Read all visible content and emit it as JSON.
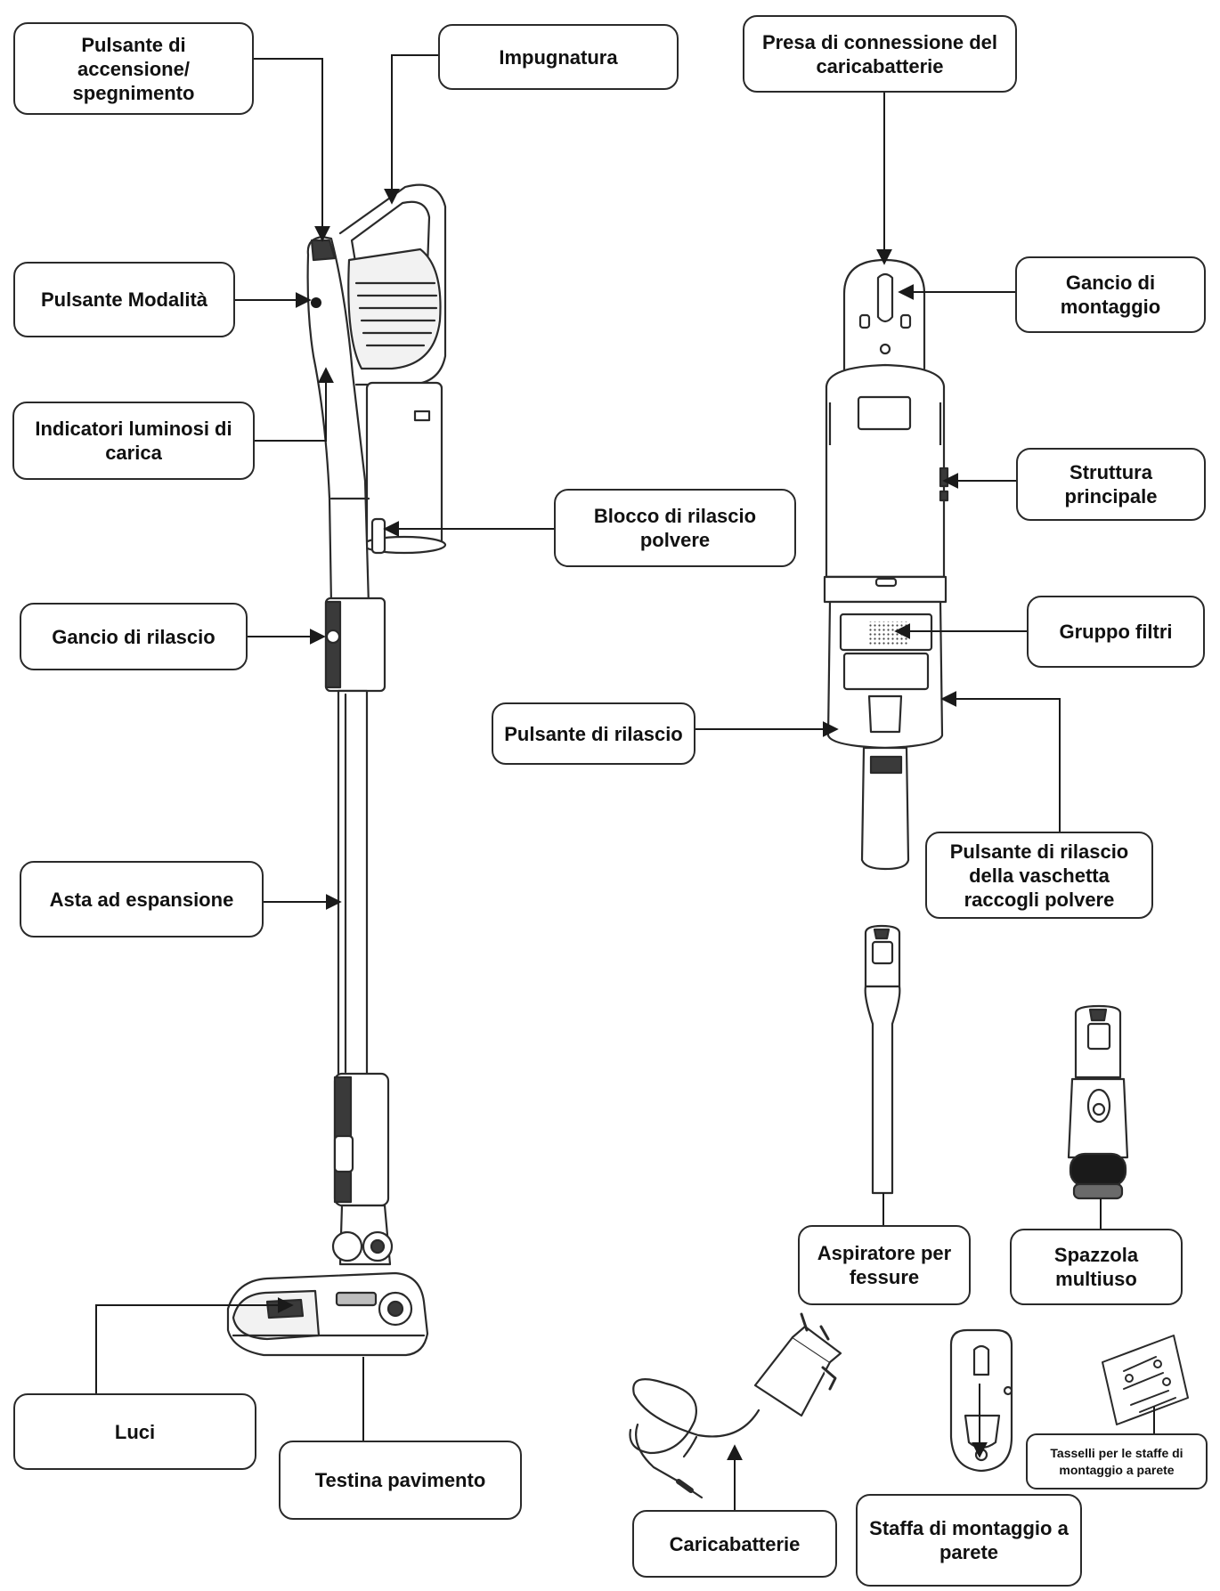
{
  "labels": {
    "power_button": "Pulsante di\naccensione/\nspegnimento",
    "handle": "Impugnatura",
    "charger_port": "Presa di connessione del\ncaricabatterie",
    "mode_button": "Pulsante Modalità",
    "mount_hook": "Gancio di\nmontaggio",
    "charge_indicators": "Indicatori luminosi di\ncarica",
    "main_body": "Struttura\nprincipale",
    "dust_release_lock": "Blocco di rilascio\npolvere",
    "release_hook": "Gancio di rilascio",
    "filter_group": "Gruppo filtri",
    "release_button": "Pulsante di rilascio",
    "dust_bin_release": "Pulsante di rilascio\ndella vaschetta\nraccogli polvere",
    "extension_rod": "Asta ad espansione",
    "crevice_tool": "Aspiratore per\nfessure",
    "multi_brush": "Spazzola\nmultiuso",
    "lights": "Luci",
    "floor_head": "Testina pavimento",
    "charger": "Caricabatterie",
    "wall_mount": "Staffa di montaggio a\nparete",
    "wall_plugs": "Tasselli per le staffe di\nmontaggio a parete"
  },
  "colors": {
    "line": "#2a2a2a",
    "fill_light": "#f2f2f2",
    "fill_mid": "#bdbdbd",
    "fill_dark": "#3a3a3a"
  }
}
